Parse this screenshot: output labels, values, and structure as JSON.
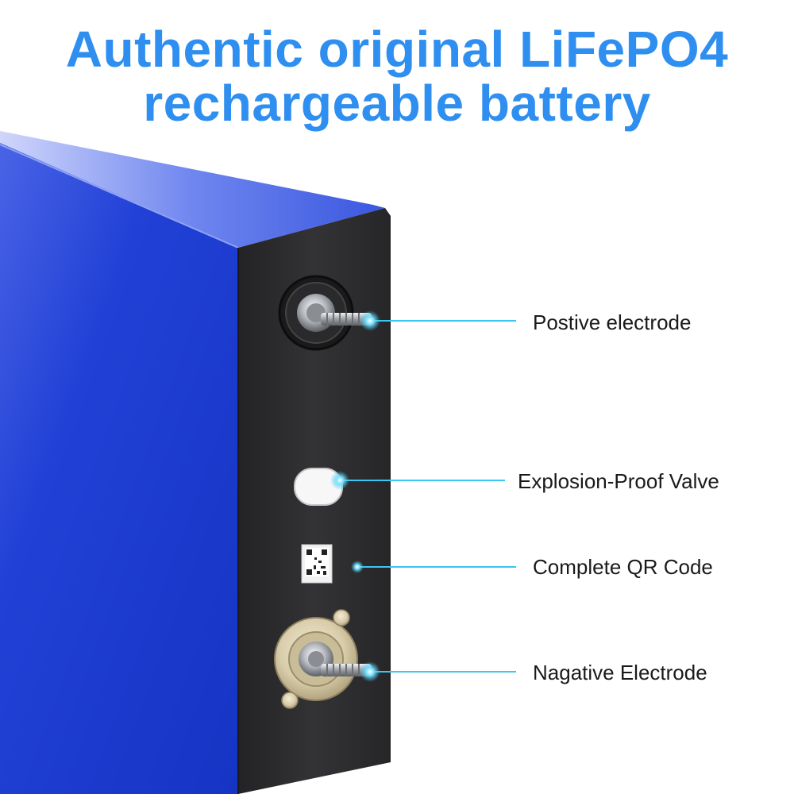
{
  "header": {
    "title_line1": "Authentic original LiFePO4",
    "title_line2": "rechargeable battery"
  },
  "callouts": {
    "positive": "Postive electrode",
    "valve": "Explosion-Proof Valve",
    "qr": "Complete QR Code",
    "negative": "Nagative Electrode"
  },
  "colors": {
    "title": "#2f8ff0",
    "battery_body": "#1f3fd0",
    "terminal_face": "#2b2b2d",
    "callout_line": "#39c6f2"
  }
}
